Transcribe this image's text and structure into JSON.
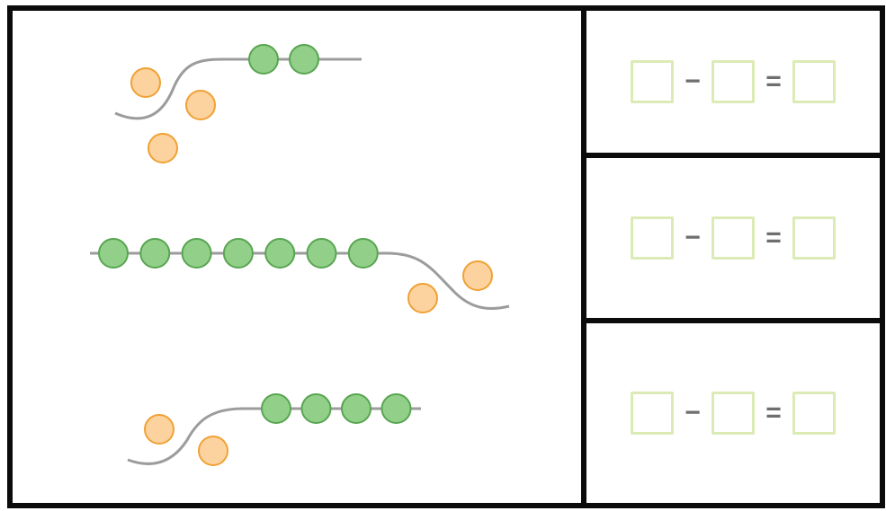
{
  "colors": {
    "green_fill": "#92d08a",
    "green_stroke": "#58a551",
    "orange_fill": "#fcd39e",
    "orange_stroke": "#f0a135",
    "string": "#9c9c9c",
    "answer_box": "#dcebb6",
    "operator": "#6e6e6e"
  },
  "groups": [
    {
      "beads_on_string": 2,
      "beads_off_string": 3
    },
    {
      "beads_on_string": 7,
      "beads_off_string": 2
    },
    {
      "beads_on_string": 4,
      "beads_off_string": 2
    }
  ],
  "equations": [
    {
      "minus": "−",
      "equals": "="
    },
    {
      "minus": "−",
      "equals": "="
    },
    {
      "minus": "−",
      "equals": "="
    }
  ]
}
